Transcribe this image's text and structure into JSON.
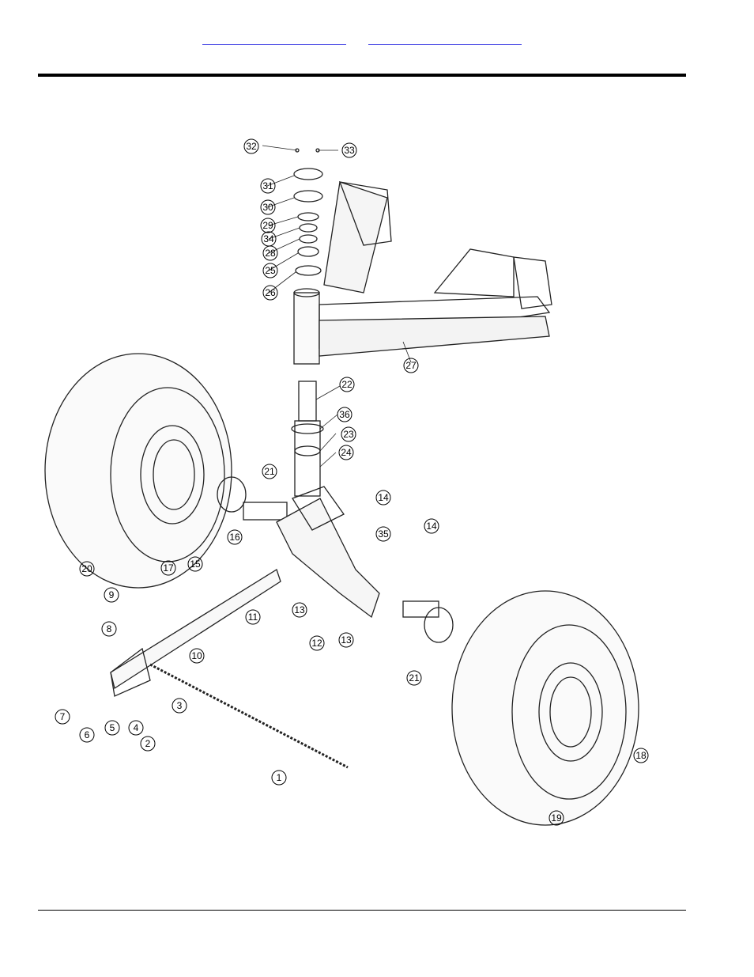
{
  "header": {
    "links": [
      "",
      ""
    ]
  },
  "diagram": {
    "callouts": [
      "1",
      "2",
      "3",
      "4",
      "5",
      "6",
      "7",
      "8",
      "9",
      "10",
      "11",
      "12",
      "13",
      "13",
      "14",
      "14",
      "15",
      "16",
      "17",
      "18",
      "19",
      "20",
      "21",
      "21",
      "22",
      "23",
      "24",
      "25",
      "26",
      "27",
      "28",
      "29",
      "30",
      "31",
      "32",
      "33",
      "34",
      "35",
      "36"
    ]
  }
}
